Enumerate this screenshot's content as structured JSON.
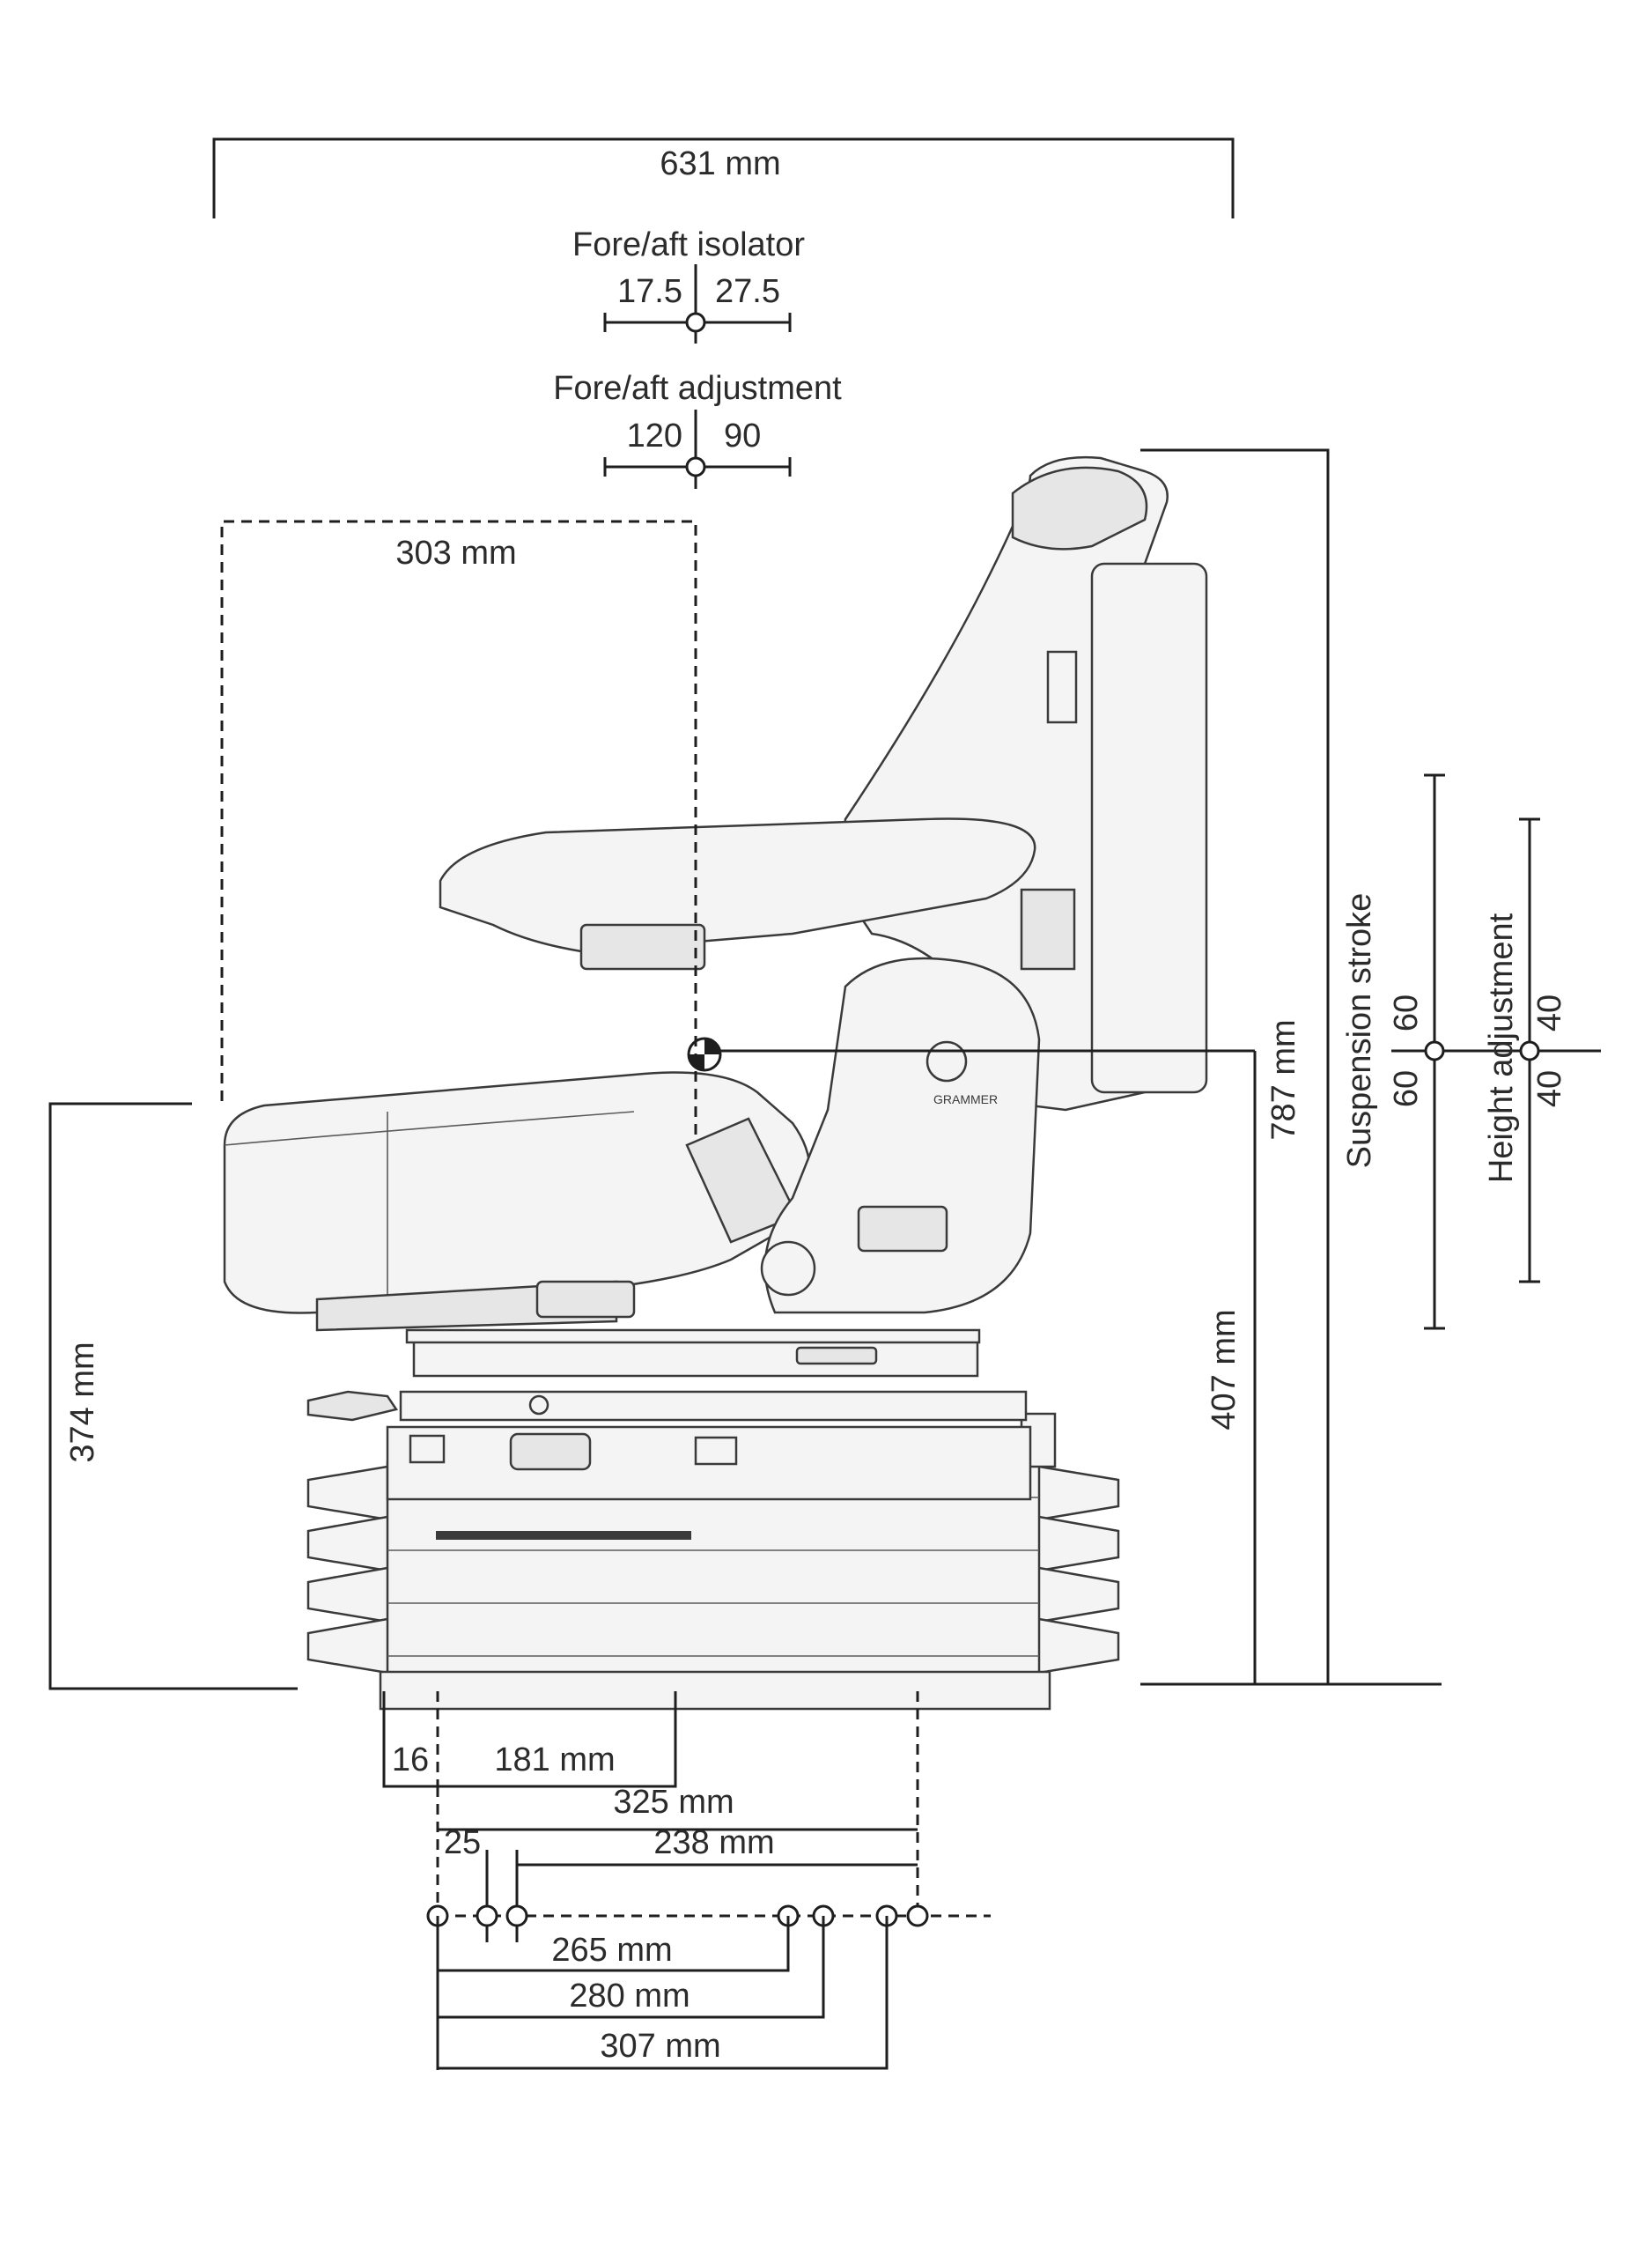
{
  "colors": {
    "line": "#1e1e1e",
    "text": "#2b2b2b",
    "seat_fill": "#f4f4f4",
    "seat_shade": "#e6e6e6"
  },
  "dimensions": {
    "overall_width": "631 mm",
    "fore_aft_isolator": {
      "label": "Fore/aft isolator",
      "left": "17.5",
      "right": "27.5"
    },
    "fore_aft_adjustment": {
      "label": "Fore/aft adjustment",
      "left": "120",
      "right": "90"
    },
    "seat_reference_depth": "303 mm",
    "overall_height": "787 mm",
    "sip_height": "407 mm",
    "cushion_height": "374 mm",
    "suspension_stroke": {
      "label": "Suspension stroke",
      "up": "60",
      "down": "60"
    },
    "height_adjustment": {
      "label": "Height adjustment",
      "up": "40",
      "down": "40"
    },
    "base_offset": "16",
    "base_181": "181 mm",
    "base_325": "325 mm",
    "offset_25": "25",
    "base_238": "238 mm",
    "hole_265": "265 mm",
    "hole_280": "280 mm",
    "hole_307": "307 mm"
  },
  "brand_logo": "GRAMMER"
}
